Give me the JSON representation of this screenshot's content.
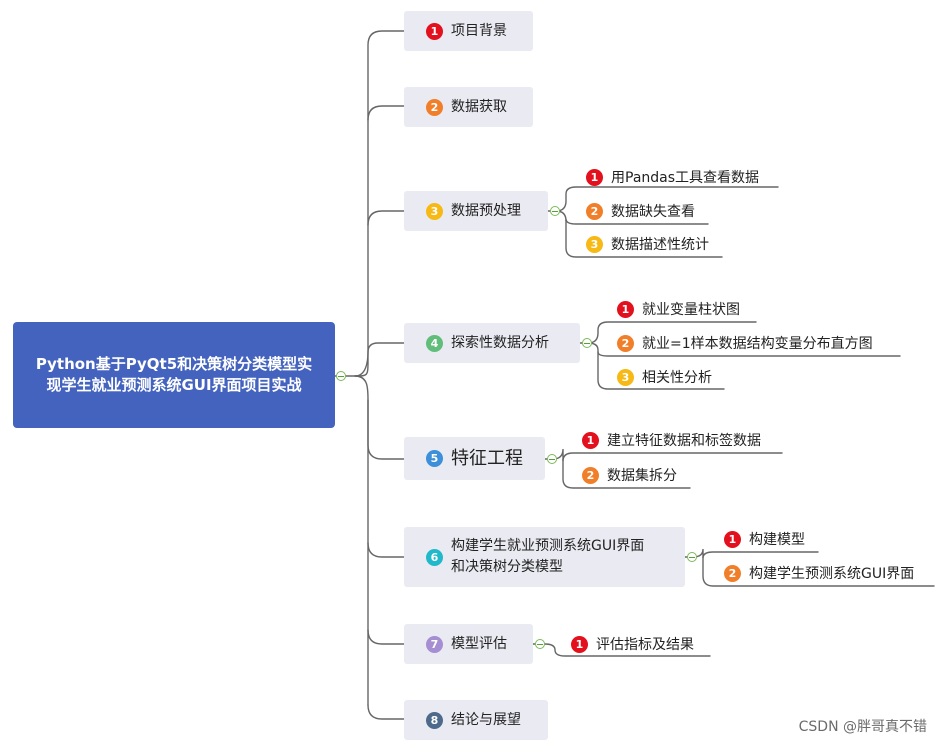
{
  "root": {
    "title": "Python基于PyQt5和决策树分类模型实现学生就业预测系统GUI界面项目实战"
  },
  "branches": [
    {
      "num": "1",
      "label": "项目背景",
      "children": []
    },
    {
      "num": "2",
      "label": "数据获取",
      "children": []
    },
    {
      "num": "3",
      "label": "数据预处理",
      "children": [
        {
          "num": "1",
          "label": "用Pandas工具查看数据"
        },
        {
          "num": "2",
          "label": "数据缺失查看"
        },
        {
          "num": "3",
          "label": "数据描述性统计"
        }
      ]
    },
    {
      "num": "4",
      "label": "探索性数据分析",
      "children": [
        {
          "num": "1",
          "label": "就业变量柱状图"
        },
        {
          "num": "2",
          "label": "就业=1样本数据结构变量分布直方图"
        },
        {
          "num": "3",
          "label": "相关性分析"
        }
      ]
    },
    {
      "num": "5",
      "label": "特征工程",
      "children": [
        {
          "num": "1",
          "label": "建立特征数据和标签数据"
        },
        {
          "num": "2",
          "label": "数据集拆分"
        }
      ]
    },
    {
      "num": "6",
      "label": "构建学生就业预测系统GUI界面和决策树分类模型",
      "label_line1": "构建学生就业预测系统GUI界面",
      "label_line2": "和决策树分类模型",
      "children": [
        {
          "num": "1",
          "label": "构建模型"
        },
        {
          "num": "2",
          "label": "构建学生预测系统GUI界面"
        }
      ]
    },
    {
      "num": "7",
      "label": "模型评估",
      "children": [
        {
          "num": "1",
          "label": "评估指标及结果"
        }
      ]
    },
    {
      "num": "8",
      "label": "结论与展望",
      "children": []
    }
  ],
  "watermark": "CSDN @胖哥真不错",
  "colors": {
    "root": "#4463bf",
    "node_bg": "#eaebf2",
    "line": "#666666",
    "badge_1": "#e3101e",
    "badge_2": "#f17f2a",
    "badge_3": "#f6b915",
    "badge_4": "#61bd7a",
    "badge_5": "#3c8fd8",
    "badge_6": "#21b9c9",
    "badge_7": "#a58ed2",
    "badge_8": "#4d6a8c"
  }
}
